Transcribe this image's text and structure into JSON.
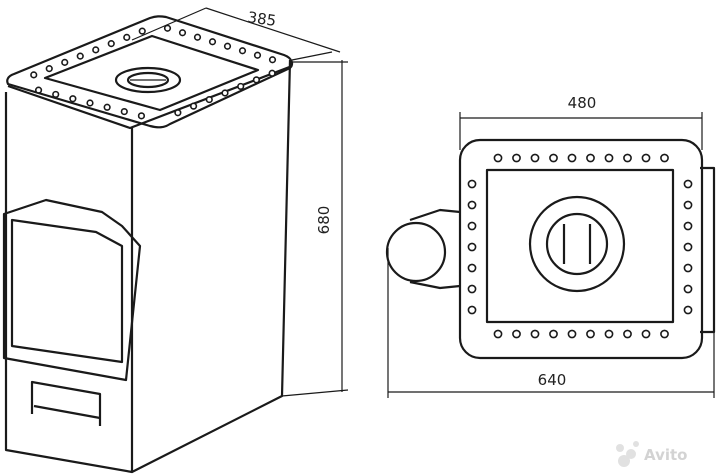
{
  "dimensions": {
    "depth": "385",
    "height": "680",
    "width": "480",
    "overall_width": "640"
  },
  "watermark": {
    "brand": "Avito",
    "icon": "avito-logo-icon"
  }
}
